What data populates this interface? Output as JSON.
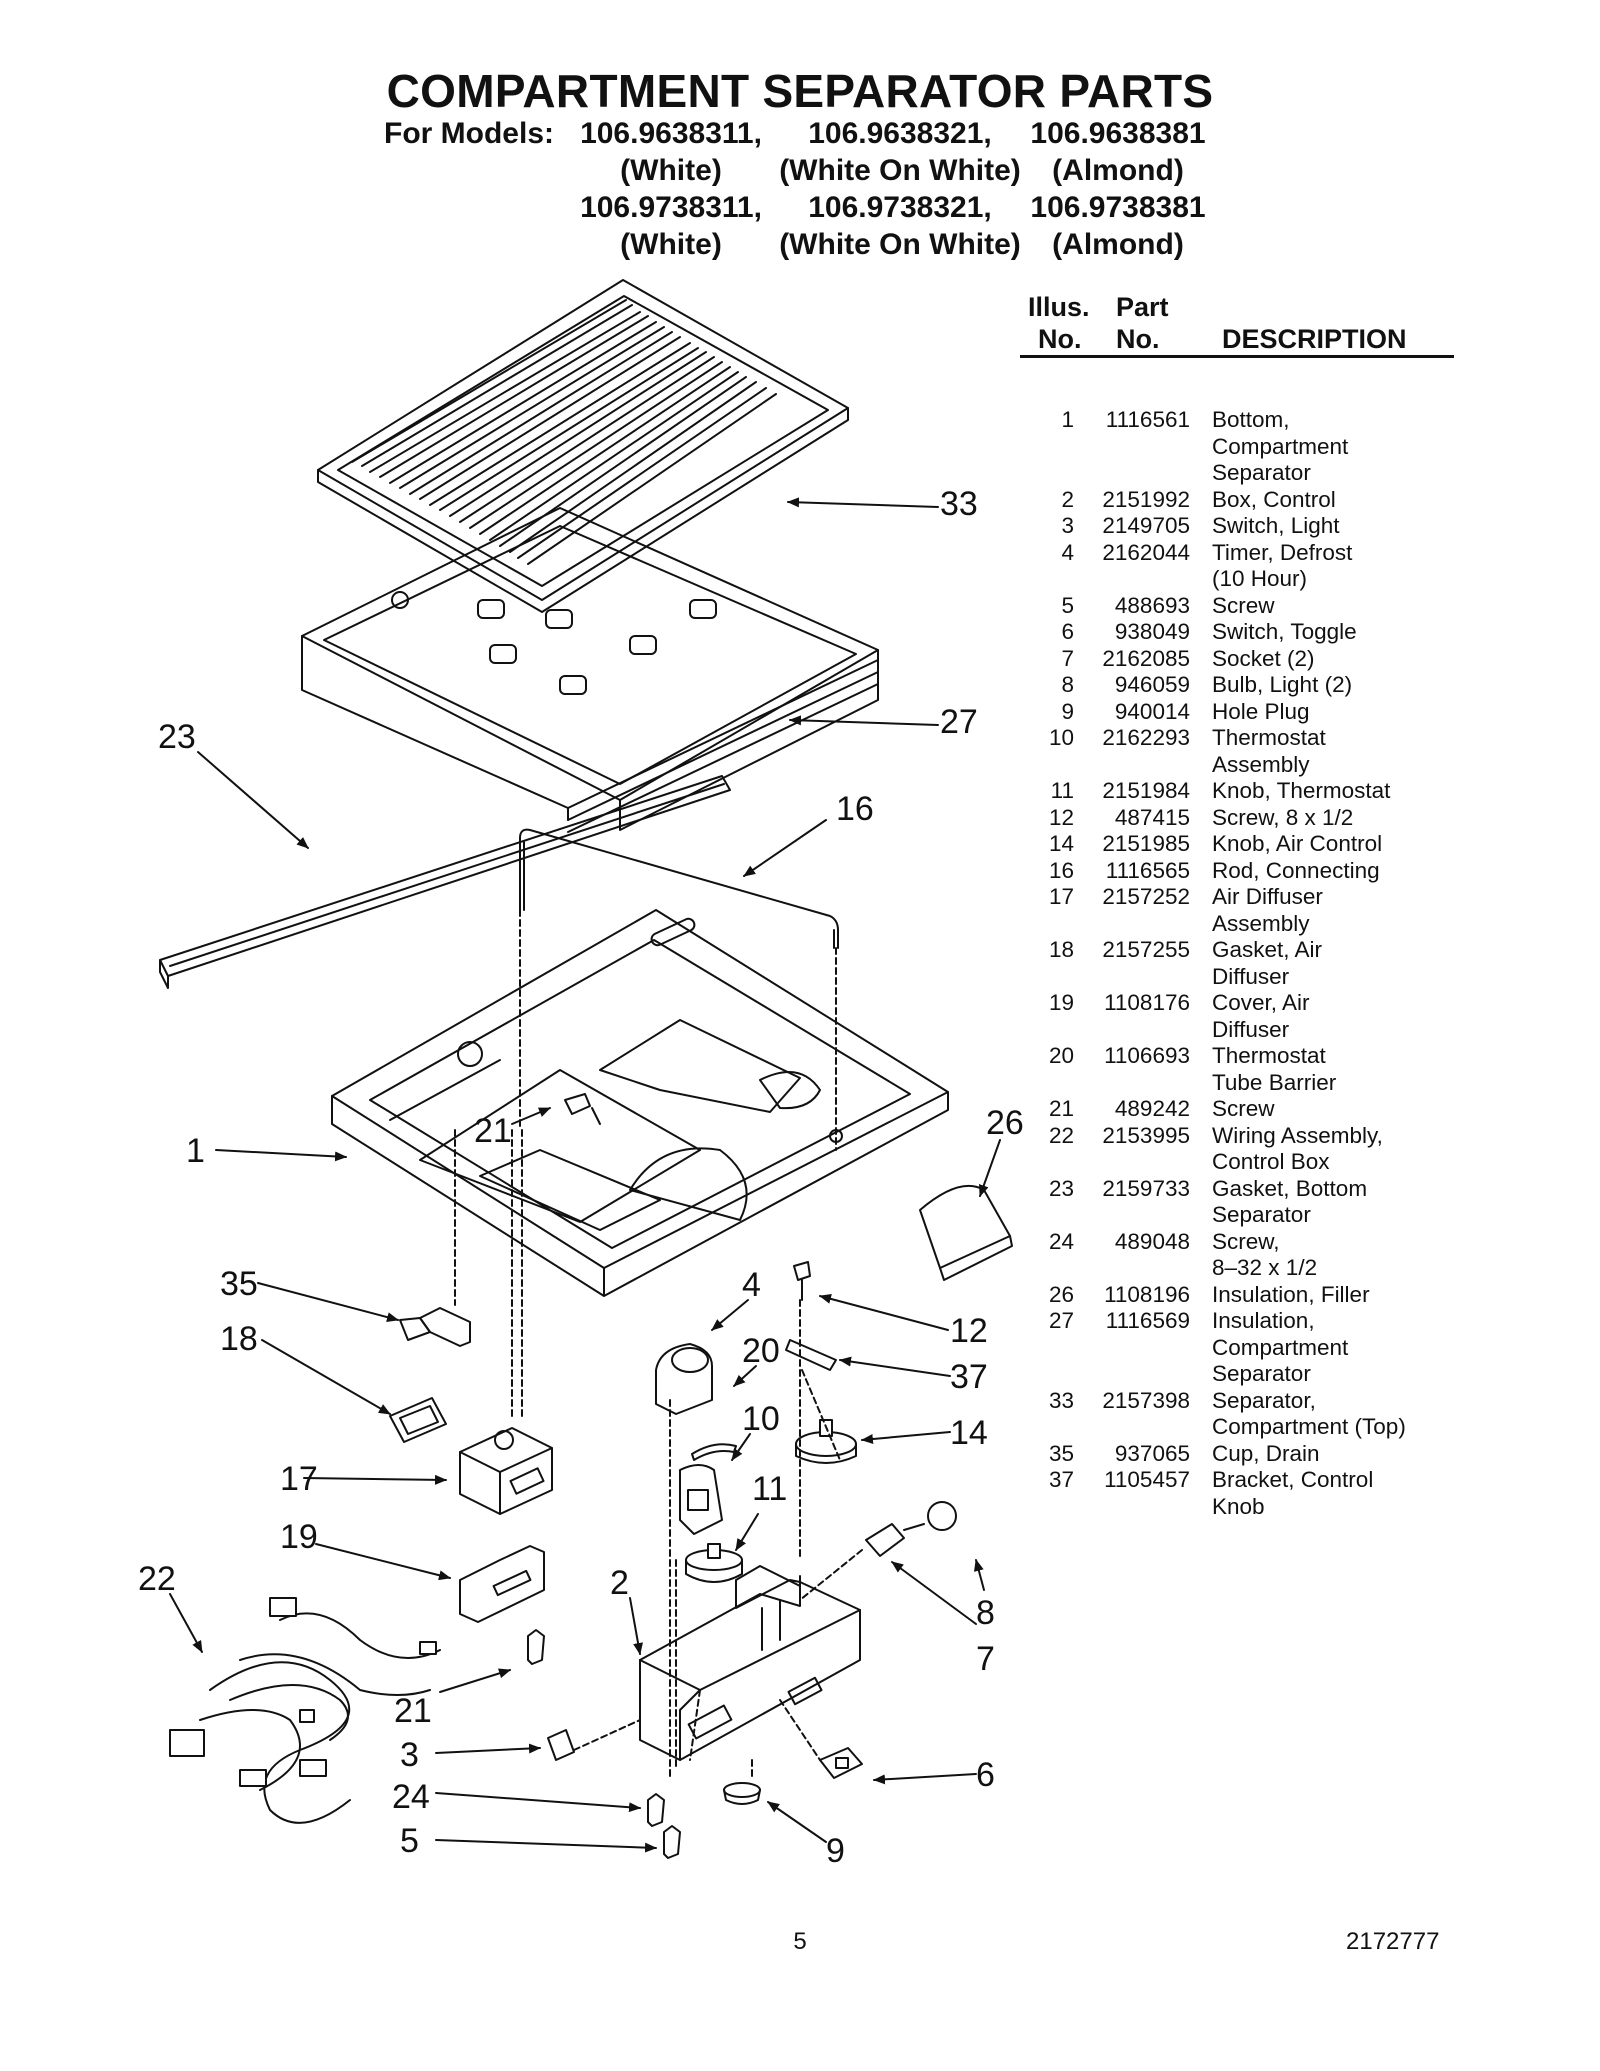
{
  "title": "COMPARTMENT SEPARATOR PARTS",
  "models": {
    "label": "For Models:",
    "row1": [
      "106.9638311,",
      "106.9638321,",
      "106.9638381"
    ],
    "row1_colors": [
      "(White)",
      "(White On White)",
      "(Almond)"
    ],
    "row2": [
      "106.9738311,",
      "106.9738321,",
      "106.9738381"
    ],
    "row2_colors": [
      "(White)",
      "(White On White)",
      "(Almond)"
    ]
  },
  "table": {
    "illus_header_1": "Illus.",
    "illus_header_2": "No.",
    "part_header_1": "Part",
    "part_header_2": "No.",
    "desc_header": "DESCRIPTION",
    "rows": [
      {
        "no": "1",
        "part": "1116561",
        "desc": "Bottom,\nCompartment\nSeparator"
      },
      {
        "no": "2",
        "part": "2151992",
        "desc": "Box, Control"
      },
      {
        "no": "3",
        "part": "2149705",
        "desc": "Switch, Light"
      },
      {
        "no": "4",
        "part": "2162044",
        "desc": "Timer, Defrost\n(10 Hour)"
      },
      {
        "no": "5",
        "part": "488693",
        "desc": "Screw"
      },
      {
        "no": "6",
        "part": "938049",
        "desc": "Switch, Toggle"
      },
      {
        "no": "7",
        "part": "2162085",
        "desc": "Socket (2)"
      },
      {
        "no": "8",
        "part": "946059",
        "desc": "Bulb, Light (2)"
      },
      {
        "no": "9",
        "part": "940014",
        "desc": "Hole Plug"
      },
      {
        "no": "10",
        "part": "2162293",
        "desc": "Thermostat\nAssembly"
      },
      {
        "no": "11",
        "part": "2151984",
        "desc": "Knob, Thermostat"
      },
      {
        "no": "12",
        "part": "487415",
        "desc": "Screw, 8 x 1/2"
      },
      {
        "no": "14",
        "part": "2151985",
        "desc": "Knob, Air Control"
      },
      {
        "no": "16",
        "part": "1116565",
        "desc": "Rod, Connecting"
      },
      {
        "no": "17",
        "part": "2157252",
        "desc": "Air Diffuser\nAssembly"
      },
      {
        "no": "18",
        "part": "2157255",
        "desc": "Gasket, Air\nDiffuser"
      },
      {
        "no": "19",
        "part": "1108176",
        "desc": "Cover, Air\nDiffuser"
      },
      {
        "no": "20",
        "part": "1106693",
        "desc": "Thermostat\nTube Barrier"
      },
      {
        "no": "21",
        "part": "489242",
        "desc": "Screw"
      },
      {
        "no": "22",
        "part": "2153995",
        "desc": "Wiring Assembly,\nControl Box"
      },
      {
        "no": "23",
        "part": "2159733",
        "desc": "Gasket, Bottom\nSeparator"
      },
      {
        "no": "24",
        "part": "489048",
        "desc": "Screw,\n8–32 x 1/2"
      },
      {
        "no": "26",
        "part": "1108196",
        "desc": "Insulation, Filler"
      },
      {
        "no": "27",
        "part": "1116569",
        "desc": "Insulation,\nCompartment\nSeparator"
      },
      {
        "no": "33",
        "part": "2157398",
        "desc": "Separator,\nCompartment (Top)"
      },
      {
        "no": "35",
        "part": "937065",
        "desc": "Cup, Drain"
      },
      {
        "no": "37",
        "part": "1105457",
        "desc": "Bracket, Control\nKnob"
      }
    ]
  },
  "callouts": {
    "c33": "33",
    "c27": "27",
    "c23": "23",
    "c16": "16",
    "c26": "26",
    "c1": "1",
    "c21a": "21",
    "c35": "35",
    "c18": "18",
    "c4": "4",
    "c20": "20",
    "c10": "10",
    "c12": "12",
    "c37": "37",
    "c14": "14",
    "c17": "17",
    "c11": "11",
    "c19": "19",
    "c22": "22",
    "c2": "2",
    "c8": "8",
    "c7": "7",
    "c21b": "21",
    "c3": "3",
    "c6": "6",
    "c24": "24",
    "c5": "5",
    "c9": "9"
  },
  "footer": {
    "page": "5",
    "doc_number": "2172777"
  }
}
